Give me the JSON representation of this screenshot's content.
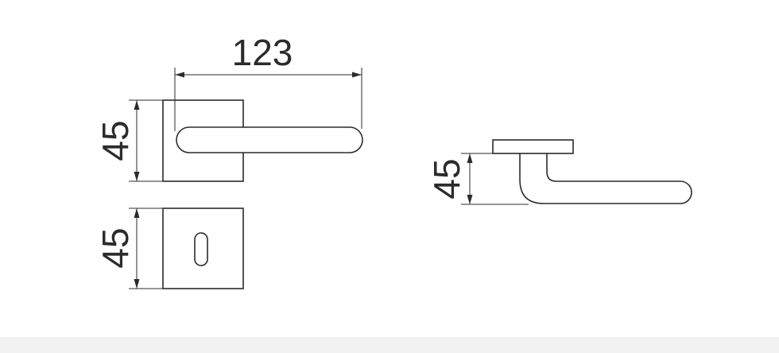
{
  "dimensions": {
    "handle_length": "123",
    "rose_height": "45",
    "escutcheon_height": "45",
    "side_height": "45"
  },
  "colors": {
    "line": "#2b2b2b",
    "background": "#ffffff"
  }
}
